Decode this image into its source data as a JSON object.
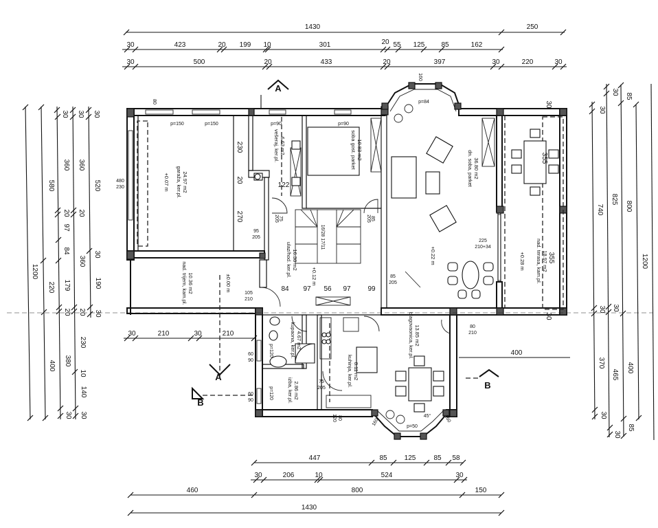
{
  "dimensions": {
    "top_row1": [
      "1430",
      "250"
    ],
    "top_row2": [
      "30",
      "423",
      "20",
      "199",
      "10",
      "301",
      "20",
      "55",
      "125",
      "85",
      "162"
    ],
    "top_row3": [
      "30",
      "500",
      "20",
      "433",
      "20",
      "397",
      "30",
      "220",
      "30"
    ],
    "left_col1": [
      "1200"
    ],
    "left_col2": [
      "580",
      "220",
      "400"
    ],
    "left_col3": [
      "30",
      "360",
      "20",
      "97",
      "84",
      "179",
      "20",
      "380",
      "30"
    ],
    "left_col4": [
      "30",
      "360",
      "20",
      "360",
      "20",
      "230",
      "10",
      "140",
      "30"
    ],
    "left_col5": [
      "30",
      "520",
      "30",
      "190",
      "30"
    ],
    "right_col1": [
      "30",
      "740",
      "30",
      "370",
      "30"
    ],
    "right_col2": [
      "30",
      "825",
      "30",
      "465",
      "30"
    ],
    "right_col3": [
      "85",
      "800",
      "400",
      "85"
    ],
    "right_col4": [
      "1200"
    ],
    "bottom_row1": [
      "447",
      "85",
      "125",
      "85",
      "58"
    ],
    "bottom_row2": [
      "30",
      "206",
      "10",
      "524",
      "30"
    ],
    "bottom_row3": [
      "460",
      "800",
      "150"
    ],
    "bottom_row4": [
      "1430"
    ],
    "porch_row": [
      "30",
      "210",
      "30",
      "210"
    ],
    "right_entry": [
      "400"
    ]
  },
  "rooms": [
    {
      "name": "garaža, ker.pl.",
      "area": "24.97 m2",
      "level": "+0.07 m"
    },
    {
      "name": "vešeraj, ker.pl.",
      "area": "6.63 m2"
    },
    {
      "name": "soba gost. parket",
      "area": "10.83 m2"
    },
    {
      "name": "dn. soba, parket",
      "area": "36.80 m2",
      "level": "+0.22 m"
    },
    {
      "name": "nad. terasa, kam.pl.",
      "area": "18.97 m2",
      "level": "+0.28 m"
    },
    {
      "name": "ulaz/hod. ker.pl.",
      "area": "16.38 m2",
      "level": "+0.12 m"
    },
    {
      "name": "nad. trijem, kam.pl.",
      "area": "10.36 m2",
      "level": "±0.00 m"
    },
    {
      "name": "kupaona, ker.pl.",
      "area": "4.67 m2"
    },
    {
      "name": "kuhinja, ker.pl.",
      "area": "8.11 m2"
    },
    {
      "name": "blagovaonica, ker.pl.",
      "area": "13.85 m2"
    },
    {
      "name": "izba, ker.pl.",
      "area": "2.86 m2"
    }
  ],
  "annotations": {
    "garage_window_l": "p=150",
    "garage_window_r": "p=150",
    "laundry_window": "p=90",
    "guest_window": "p=90",
    "bay_top": "p=84",
    "bay_bottom": "p=50",
    "wc_window": "p=120",
    "pantry_window": "p=120",
    "win_80_1": "80",
    "win_160_1": "160",
    "garage_door": "480",
    "garage_door_h": "230",
    "inner_230": "230",
    "inner_20": "20",
    "inner_270": "270",
    "inner_122": "122",
    "door_75": "75",
    "door_75_h": "205",
    "door_95": "95",
    "door_95_h": "205",
    "door_85": "85",
    "door_85_h": "205",
    "entry_105": "105",
    "entry_105_h": "210",
    "hall_84": "84",
    "hall_97a": "97",
    "hall_56": "56",
    "hall_97b": "97",
    "hall_99": "99",
    "stair": "16/28 17/11",
    "slide_225": "225",
    "slide_h": "210+34",
    "terrace_355a": "355",
    "terrace_355b": "355",
    "terrace_30": "30",
    "side_door": "80",
    "side_door_h": "210",
    "kitchen_door": "75",
    "kitchen_door_h": "205",
    "wc_60": "60",
    "wc_90": "90",
    "pt_60": "60",
    "pt_90": "90",
    "bot_80": "80",
    "bot_120": "120",
    "bay_45": "45°",
    "bay_160": "160"
  },
  "sections": {
    "a_top": "A",
    "a_bottom": "A",
    "b_left": "B",
    "b_right": "B"
  }
}
